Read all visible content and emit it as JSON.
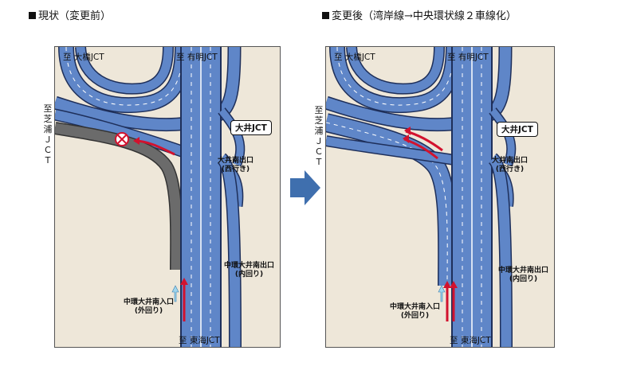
{
  "left": {
    "caption": "現状（変更前）",
    "to_daikyo": "至 大橋JCT",
    "to_ariake": "至 有明JCT",
    "to_shibaura": "至\n芝\n浦\nＪ\nＣ\nＴ",
    "jct_name": "大井JCT",
    "exit_west_1": "大井南出口",
    "exit_west_2": "(西行き)",
    "exit_inner_1": "中環大井南出口",
    "exit_inner_2": "(内回り)",
    "entrance_1": "中環大井南入口",
    "entrance_2": "(外回り)",
    "to_tokai": "至 東海JCT"
  },
  "right": {
    "caption": "変更後（湾岸線→中央環状線２車線化）",
    "to_daikyo": "至 大橋JCT",
    "to_ariake": "至 有明JCT",
    "to_shibaura": "至\n芝\n浦\nＪ\nＣ\nＴ",
    "jct_name": "大井JCT",
    "exit_west_1": "大井南出口",
    "exit_west_2": "(西行き)",
    "exit_inner_1": "中環大井南出口",
    "exit_inner_2": "(内回り)",
    "entrance_1": "中環大井南入口",
    "entrance_2": "(外回り)",
    "to_tokai": "至 東海JCT"
  },
  "colors": {
    "road": "#5f86c8",
    "road_edge": "#1e2f5a",
    "lane_mark": "#ffffff",
    "closed_road": "#6b6b6b",
    "flow_arrow": "#d2122e",
    "entrance_arrow": "#9fd6ee",
    "background": "#eee7d9",
    "transition_arrow": "#3f6fae"
  },
  "icons": [
    "no-entry-icon",
    "right-arrow-icon",
    "flow-arrow-icon"
  ]
}
